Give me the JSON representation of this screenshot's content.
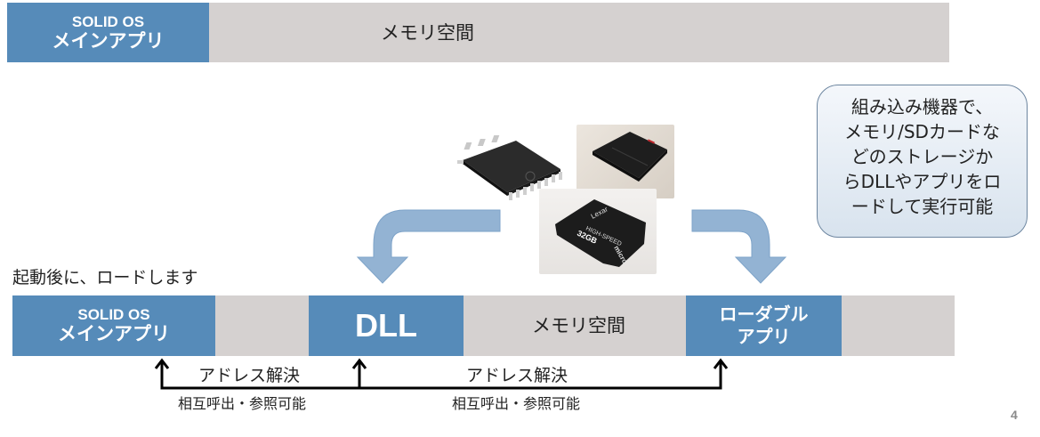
{
  "top_bar": {
    "os_block": {
      "line1": "SOLID OS",
      "line2": "メインアプリ"
    },
    "memory_label": "メモリ空間"
  },
  "callout": {
    "lines": [
      "組み込み機器で、",
      "メモリ/SDカードな",
      "どのストレージか",
      "らDLLやアプリをロ",
      "ードして実行可能"
    ]
  },
  "images": {
    "chip": {
      "icon": "memory-chip-icon"
    },
    "ssd": {
      "icon": "ssd-drive-icon"
    },
    "sd_card": {
      "icon": "microsd-card-icon",
      "brand": "Lexar",
      "speed": "HIGH-SPEED",
      "capacity": "32GB",
      "type": "micro"
    }
  },
  "caption": "起動後に、ロードします",
  "bottom_bar": {
    "os_block": {
      "line1": "SOLID OS",
      "line2": "メインアプリ"
    },
    "dll_label": "DLL",
    "memory_label": "メモリ空間",
    "loadable_block": {
      "line1": "ローダブル",
      "line2": "アプリ"
    }
  },
  "links": [
    {
      "top": "アドレス解決",
      "bottom": "相互呼出・参照可能"
    },
    {
      "top": "アドレス解決",
      "bottom": "相互呼出・参照可能"
    }
  ],
  "page_number": "4",
  "colors": {
    "block_blue": "#568bb9",
    "memory_gray": "#d5d1d0",
    "arrow_blue": "#93b3d3"
  }
}
